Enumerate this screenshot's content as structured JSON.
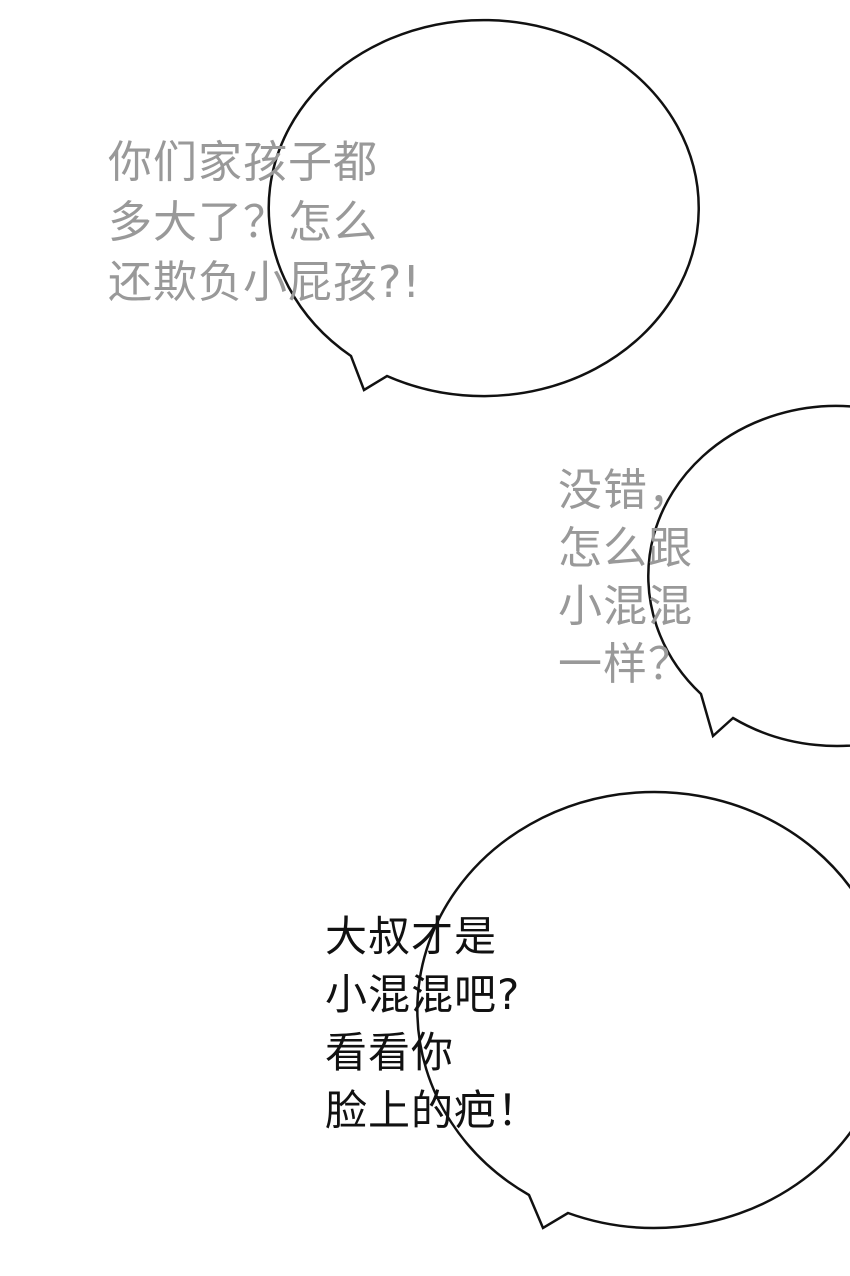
{
  "colors": {
    "page_background": "#ffffff",
    "bubble_outline": "#111111",
    "faded_text": "#999999",
    "main_text": "#111111"
  },
  "bubbles": [
    {
      "lines": [
        "你们家孩子都",
        "多大了？怎么",
        "还欺负小屁孩?!"
      ],
      "text_color": "faded_text"
    },
    {
      "lines": [
        "没错，",
        "怎么跟",
        "小混混",
        "一样？"
      ],
      "text_color": "faded_text"
    },
    {
      "lines": [
        "大叔才是",
        "小混混吧?",
        "看看你",
        "脸上的疤！"
      ],
      "text_color": "main_text"
    }
  ]
}
